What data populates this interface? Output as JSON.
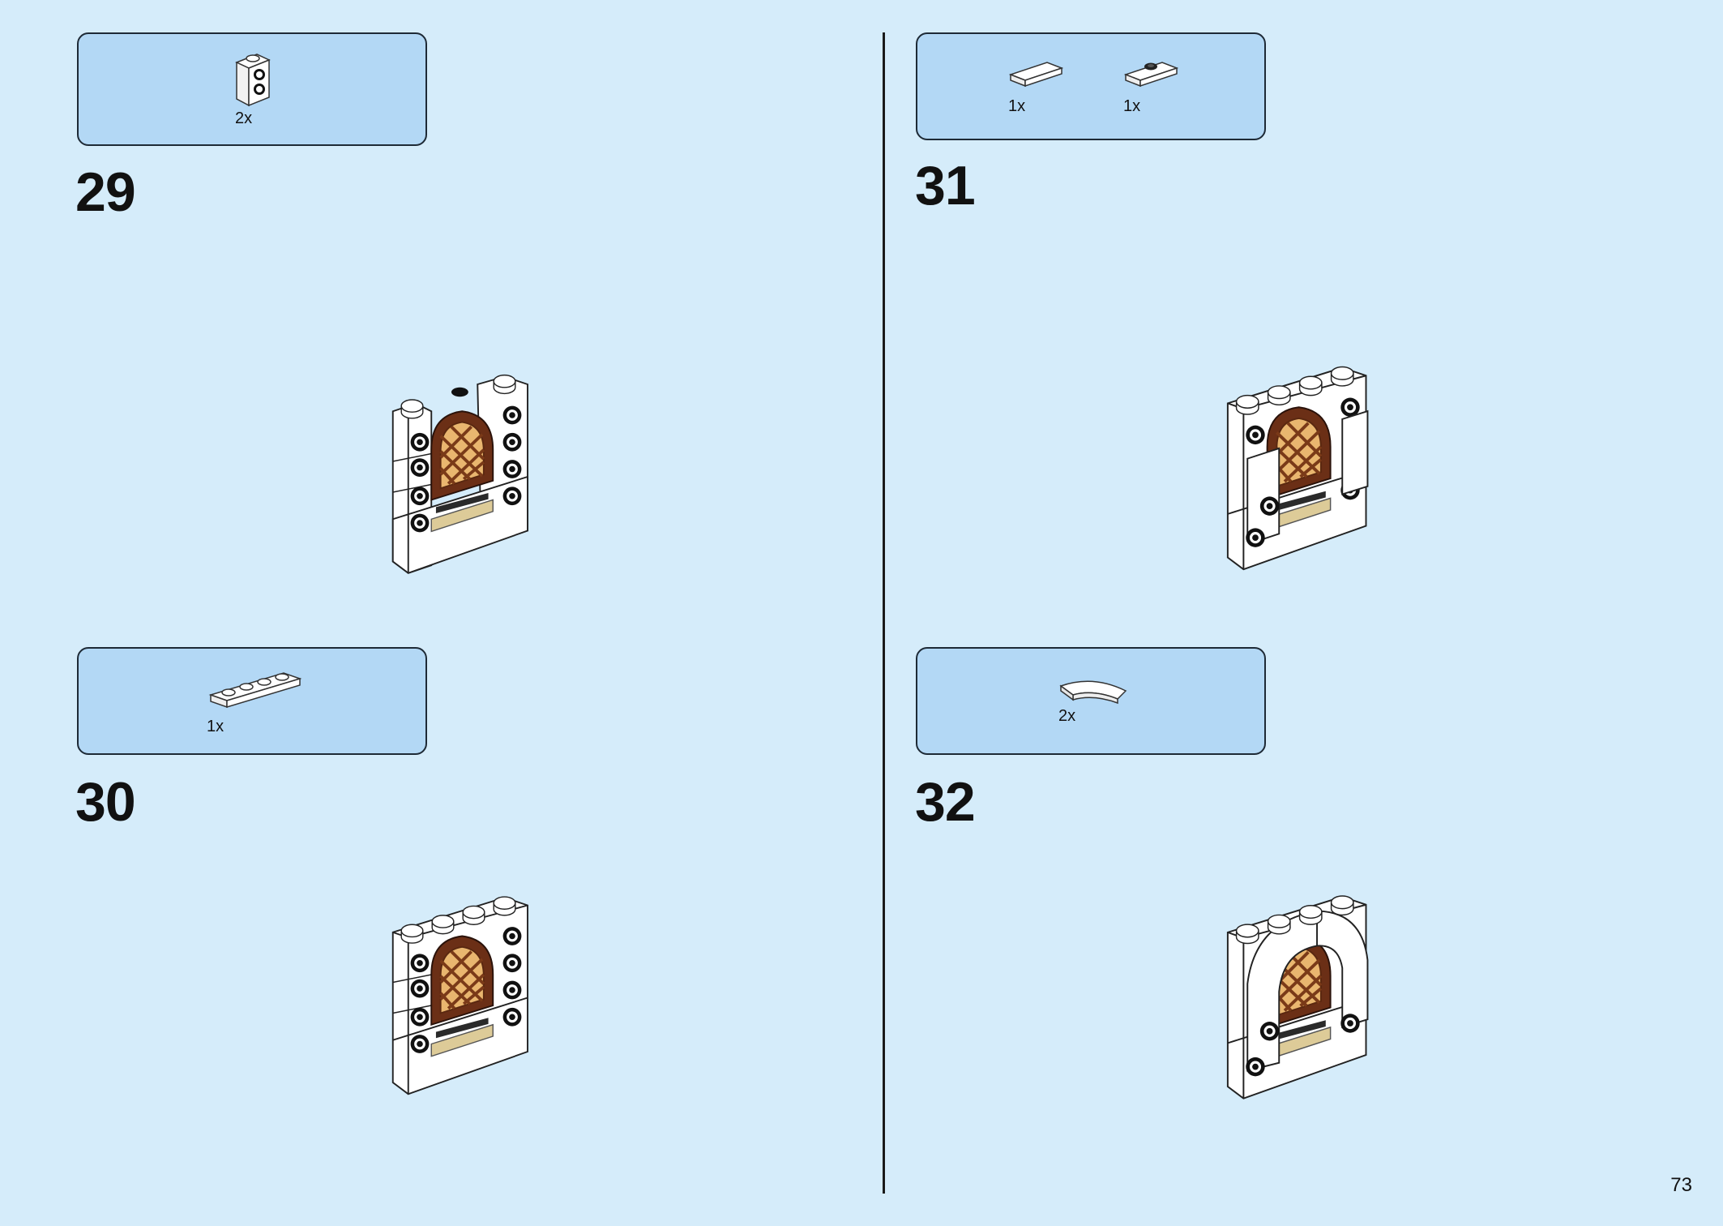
{
  "page": {
    "number": "73"
  },
  "steps": [
    {
      "number": "29",
      "parts": [
        {
          "name": "brick 1x1 with side studs",
          "qty": "2x"
        }
      ]
    },
    {
      "number": "30",
      "parts": [
        {
          "name": "plate 1x4",
          "qty": "1x"
        }
      ]
    },
    {
      "number": "31",
      "parts": [
        {
          "name": "tile 1x2",
          "qty": "1x"
        },
        {
          "name": "jumper plate 1x2",
          "qty": "1x"
        }
      ]
    },
    {
      "number": "32",
      "parts": [
        {
          "name": "curved arch tile",
          "qty": "2x"
        }
      ]
    }
  ],
  "colors": {
    "page_background": "#d5ecfa",
    "parts_box": "#b3d8f5",
    "brick_white": "#ffffff",
    "door_brown": "#6b2f16",
    "window_lattice": "#e9b66f",
    "tan_sill": "#ddcb98"
  }
}
